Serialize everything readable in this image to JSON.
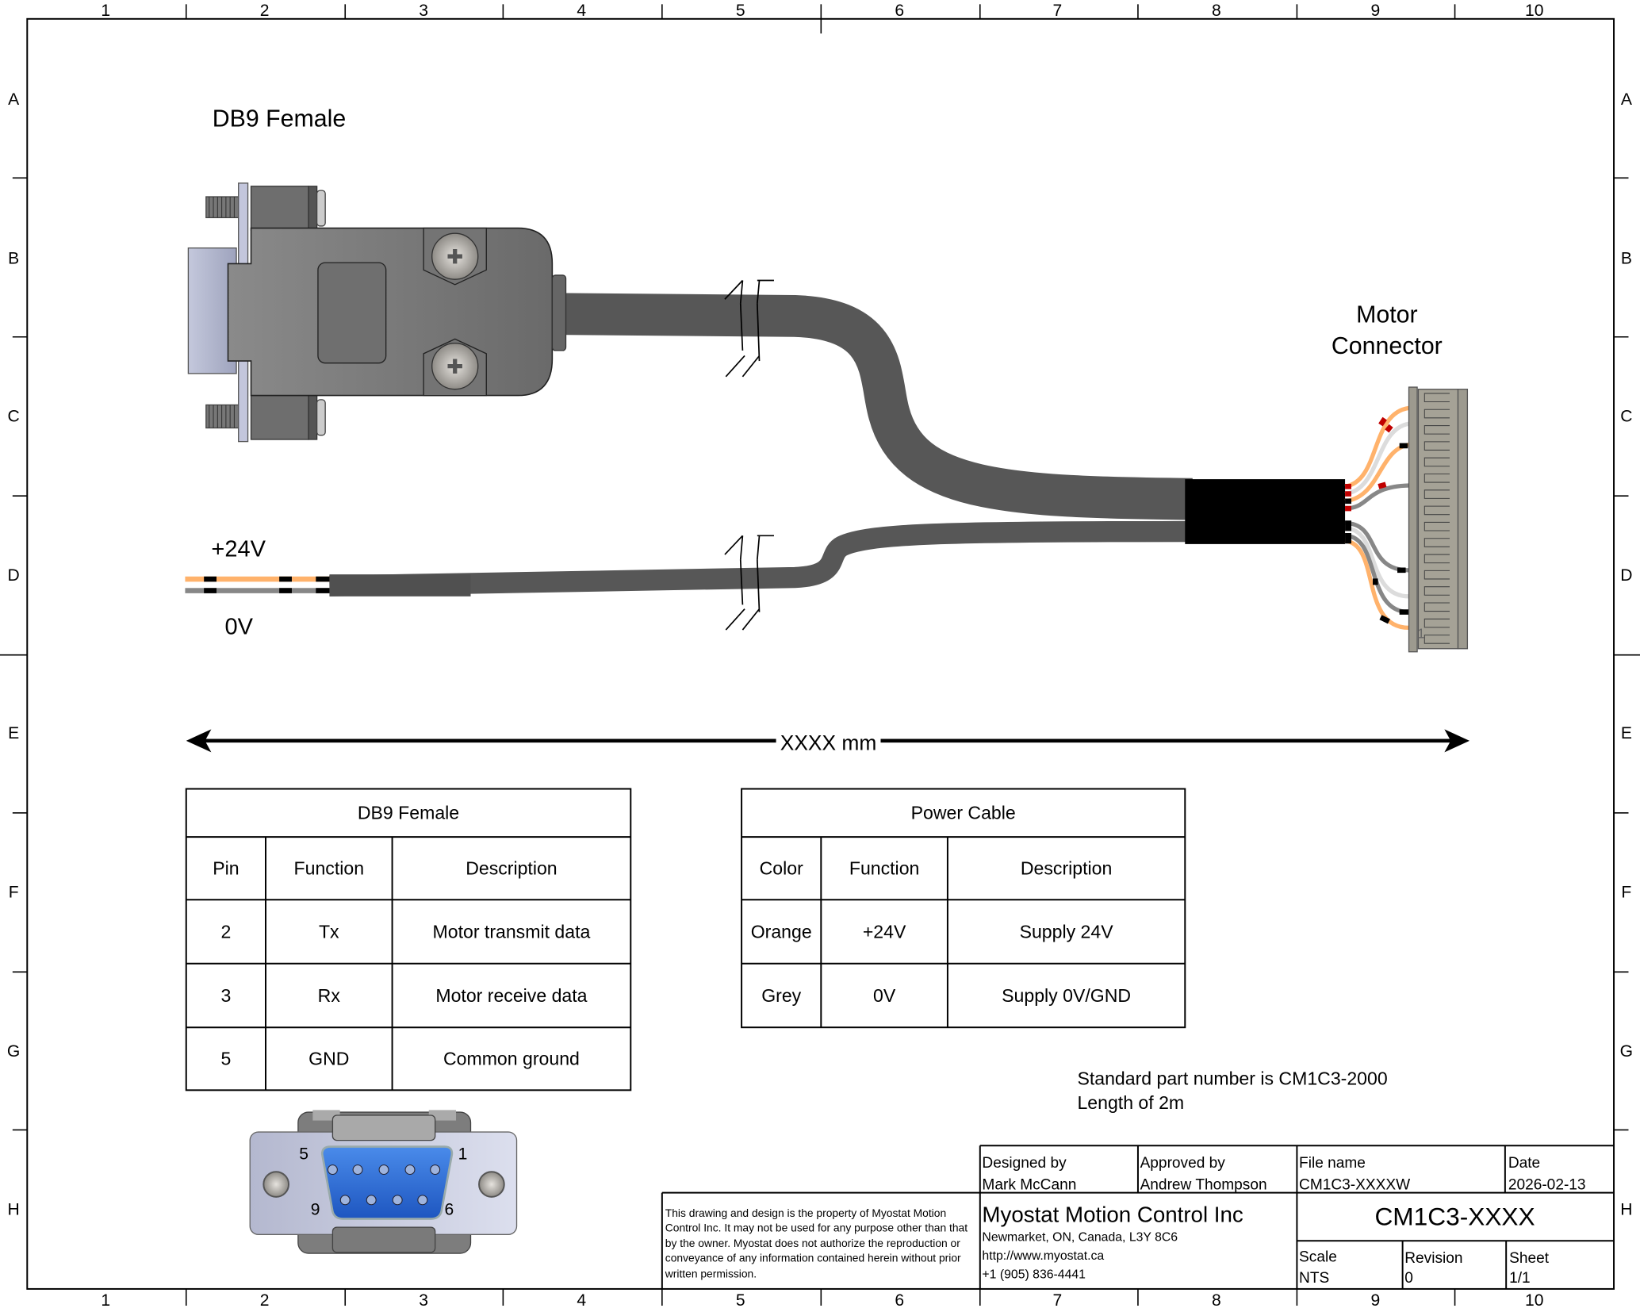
{
  "frame": {
    "columns": [
      "1",
      "2",
      "3",
      "4",
      "5",
      "6",
      "7",
      "8",
      "9",
      "10"
    ],
    "rows": [
      "A",
      "B",
      "C",
      "D",
      "E",
      "F",
      "G",
      "H"
    ]
  },
  "drawing": {
    "db9_label": "DB9 Female",
    "motor_label_line1": "Motor",
    "motor_label_line2": "Connector",
    "plus24_label": "+24V",
    "zero_label": "0V",
    "dimension_label": "XXXX mm",
    "motor_pin1_label": "1",
    "db9_face_pins": {
      "p5": "5",
      "p1": "1",
      "p9": "9",
      "p6": "6"
    },
    "colors": {
      "cable": "#575757",
      "orange_wire": "#ffb26b",
      "grey_wire": "#878787",
      "db9_insert": "#2f6fd6",
      "connector": "#9d9a8f"
    }
  },
  "db9_table": {
    "title": "DB9 Female",
    "headers": [
      "Pin",
      "Function",
      "Description"
    ],
    "rows": [
      [
        "2",
        "Tx",
        "Motor transmit data"
      ],
      [
        "3",
        "Rx",
        "Motor receive data"
      ],
      [
        "5",
        "GND",
        "Common ground"
      ]
    ]
  },
  "power_table": {
    "title": "Power Cable",
    "headers": [
      "Color",
      "Function",
      "Description"
    ],
    "rows": [
      [
        "Orange",
        "+24V",
        "Supply 24V"
      ],
      [
        "Grey",
        "0V",
        "Supply 0V/GND"
      ]
    ]
  },
  "notes": {
    "line1": "Standard part number is CM1C3-2000",
    "line2": "Length of 2m"
  },
  "title_block": {
    "designed_by_label": "Designed by",
    "designed_by": "Mark McCann",
    "approved_by_label": "Approved by",
    "approved_by": "Andrew Thompson",
    "file_name_label": "File name",
    "file_name": "CM1C3-XXXXW",
    "date_label": "Date",
    "date": "2026-02-13",
    "disclaimer": [
      "This drawing and design is the property of Myostat Motion",
      "Control Inc. It may not be used for any purpose other than that",
      "by the owner. Myostat does not authorize the reproduction or",
      "conveyance of any information contained herein without prior",
      "written permission."
    ],
    "company": "Myostat Motion Control Inc",
    "address": "Newmarket, ON, Canada, L3Y 8C6",
    "website": "http://www.myostat.ca",
    "phone": "+1 (905) 836-4441",
    "part_number": "CM1C3-XXXX",
    "scale_label": "Scale",
    "scale": "NTS",
    "revision_label": "Revision",
    "revision": "0",
    "sheet_label": "Sheet",
    "sheet": "1/1"
  }
}
